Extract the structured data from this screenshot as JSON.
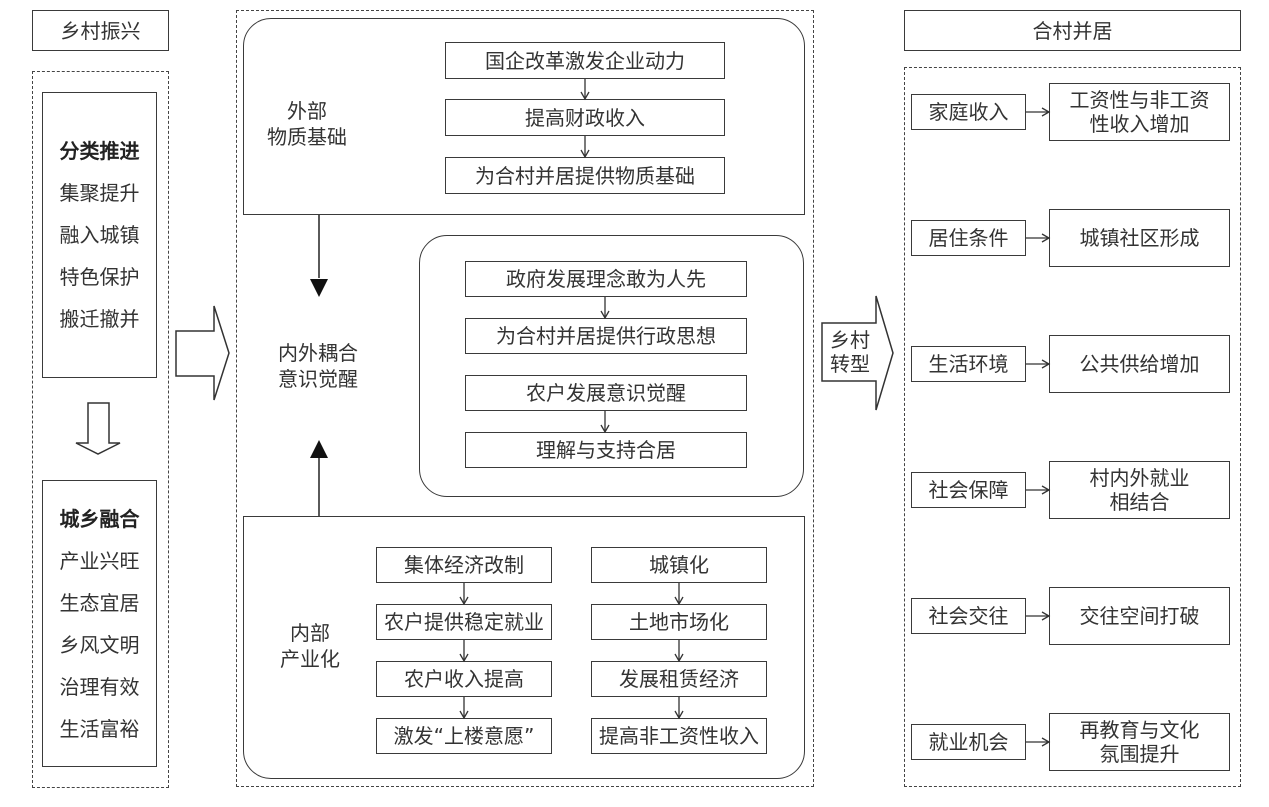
{
  "left": {
    "title": "乡村振兴",
    "group1": {
      "heading": "分类推进",
      "items": [
        "集聚提升",
        "融入城镇",
        "特色保护",
        "搬迁撤并"
      ]
    },
    "group2": {
      "heading": "城乡融合",
      "items": [
        "产业兴旺",
        "生态宜居",
        "乡风文明",
        "治理有效",
        "生活富裕"
      ]
    }
  },
  "middle": {
    "external": {
      "label_line1": "外部",
      "label_line2": "物质基础",
      "steps": [
        "国企改革激发企业动力",
        "提高财政收入",
        "为合村并居提供物质基础"
      ]
    },
    "coupling": {
      "label_line1": "内外耦合",
      "label_line2": "意识觉醒",
      "steps": [
        "政府发展理念敢为人先",
        "为合村并居提供行政思想",
        "农户发展意识觉醒",
        "理解与支持合居"
      ]
    },
    "internal": {
      "label_line1": "内部",
      "label_line2": "产业化",
      "left_chain": [
        "集体经济改制",
        "农户提供稳定就业",
        "农户收入提高",
        "激发“上楼意愿”"
      ],
      "right_chain": [
        "城镇化",
        "土地市场化",
        "发展租赁经济",
        "提高非工资性收入"
      ]
    }
  },
  "transition_arrow": {
    "line1": "乡村",
    "line2": "转型"
  },
  "right": {
    "title": "合村并居",
    "rows": [
      {
        "factor": "家庭收入",
        "outcome_line1": "工资性与非工资",
        "outcome_line2": "性收入增加"
      },
      {
        "factor": "居住条件",
        "outcome_line1": "城镇社区形成",
        "outcome_line2": ""
      },
      {
        "factor": "生活环境",
        "outcome_line1": "公共供给增加",
        "outcome_line2": ""
      },
      {
        "factor": "社会保障",
        "outcome_line1": "村内外就业",
        "outcome_line2": "相结合"
      },
      {
        "factor": "社会交往",
        "outcome_line1": "交往空间打破",
        "outcome_line2": ""
      },
      {
        "factor": "就业机会",
        "outcome_line1": "再教育与文化",
        "outcome_line2": "氛围提升"
      }
    ]
  }
}
